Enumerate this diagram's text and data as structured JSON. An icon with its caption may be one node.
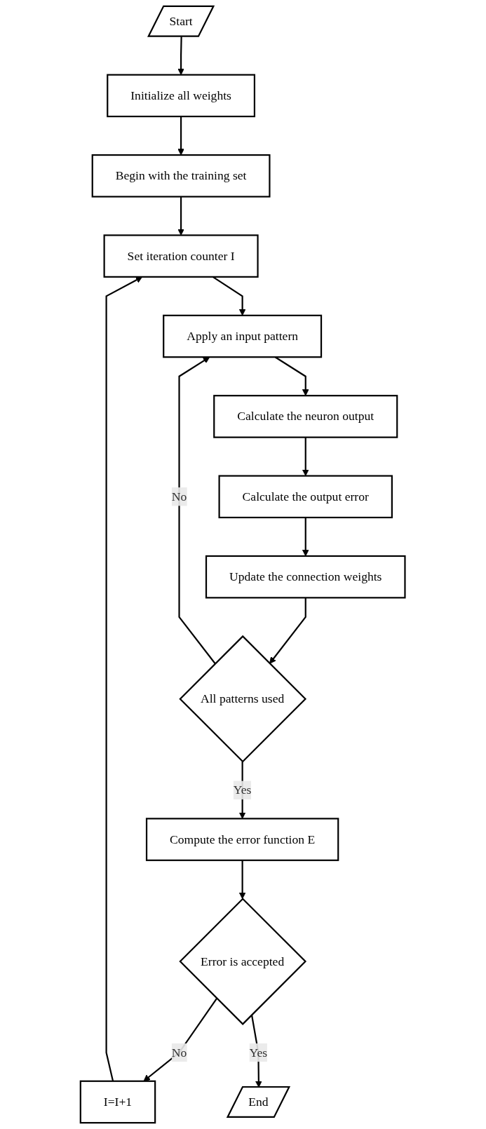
{
  "diagram": {
    "nodes": [
      {
        "text": [
          "Start"
        ]
      },
      {
        "text": [
          "Initialize all weights"
        ]
      },
      {
        "text": [
          "Begin with the training set"
        ]
      },
      {
        "text": [
          "Set iteration counter I"
        ]
      },
      {
        "text": [
          "Apply an input pattern"
        ]
      },
      {
        "text": [
          "Calculate the neuron output"
        ]
      },
      {
        "text": [
          "Calculate the output error"
        ]
      },
      {
        "text": [
          "Update the connection weights"
        ]
      },
      {
        "text": [
          "All patterns used"
        ]
      },
      {
        "text": [
          "I=I+1"
        ]
      },
      {
        "text": [
          "Compute the error function  E"
        ]
      },
      {
        "text": [
          "Error is accepted"
        ]
      },
      {
        "text": [
          "End"
        ]
      }
    ],
    "edges": [
      {
        "from": 0,
        "to": 1,
        "arrow": "to"
      },
      {
        "from": 1,
        "to": 2,
        "arrow": "to"
      },
      {
        "from": 2,
        "to": 3,
        "arrow": "to"
      },
      {
        "from": 3,
        "to": 4,
        "arrow": "to"
      },
      {
        "from": 4,
        "to": 5,
        "arrow": "to"
      },
      {
        "from": 5,
        "to": 6,
        "arrow": "to"
      },
      {
        "from": 6,
        "to": 7,
        "arrow": "to"
      },
      {
        "from": 7,
        "to": 8,
        "arrow": "to"
      },
      {
        "from": 8,
        "to": 4,
        "arrow": "to",
        "label": "No"
      },
      {
        "from": 8,
        "to": 10,
        "arrow": "to",
        "label": "Yes"
      },
      {
        "from": 10,
        "to": 11,
        "arrow": "to"
      },
      {
        "from": 11,
        "to": 9,
        "arrow": "to",
        "label": "No"
      },
      {
        "from": 9,
        "to": 3,
        "arrow": "to"
      },
      {
        "from": 11,
        "to": 12,
        "arrow": "to",
        "label": "Yes"
      }
    ]
  }
}
